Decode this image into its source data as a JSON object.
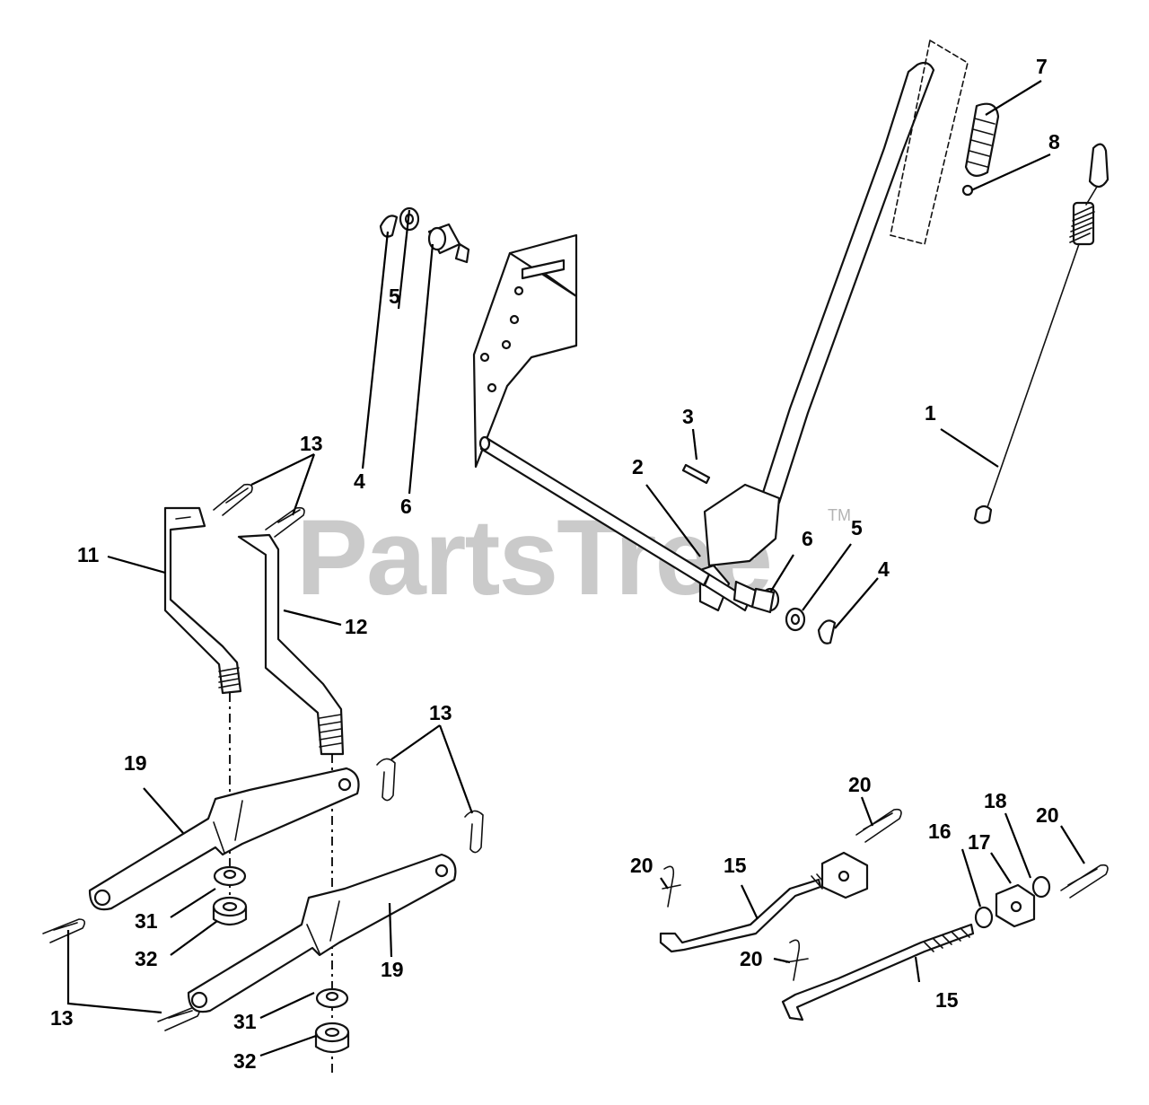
{
  "watermark": {
    "brand": "PartsTree",
    "trademark": "TM"
  },
  "callouts": {
    "c1": "1",
    "c2": "2",
    "c3": "3",
    "c4a": "4",
    "c4b": "4",
    "c5a": "5",
    "c5b": "5",
    "c6a": "6",
    "c6b": "6",
    "c7": "7",
    "c8": "8",
    "c11": "11",
    "c12": "12",
    "c13a": "13",
    "c13b": "13",
    "c13c": "13",
    "c15a": "15",
    "c15b": "15",
    "c16": "16",
    "c17": "17",
    "c18": "18",
    "c19a": "19",
    "c19b": "19",
    "c20a": "20",
    "c20b": "20",
    "c20c": "20",
    "c20d": "20",
    "c31a": "31",
    "c31b": "31",
    "c32a": "32",
    "c32b": "32"
  }
}
